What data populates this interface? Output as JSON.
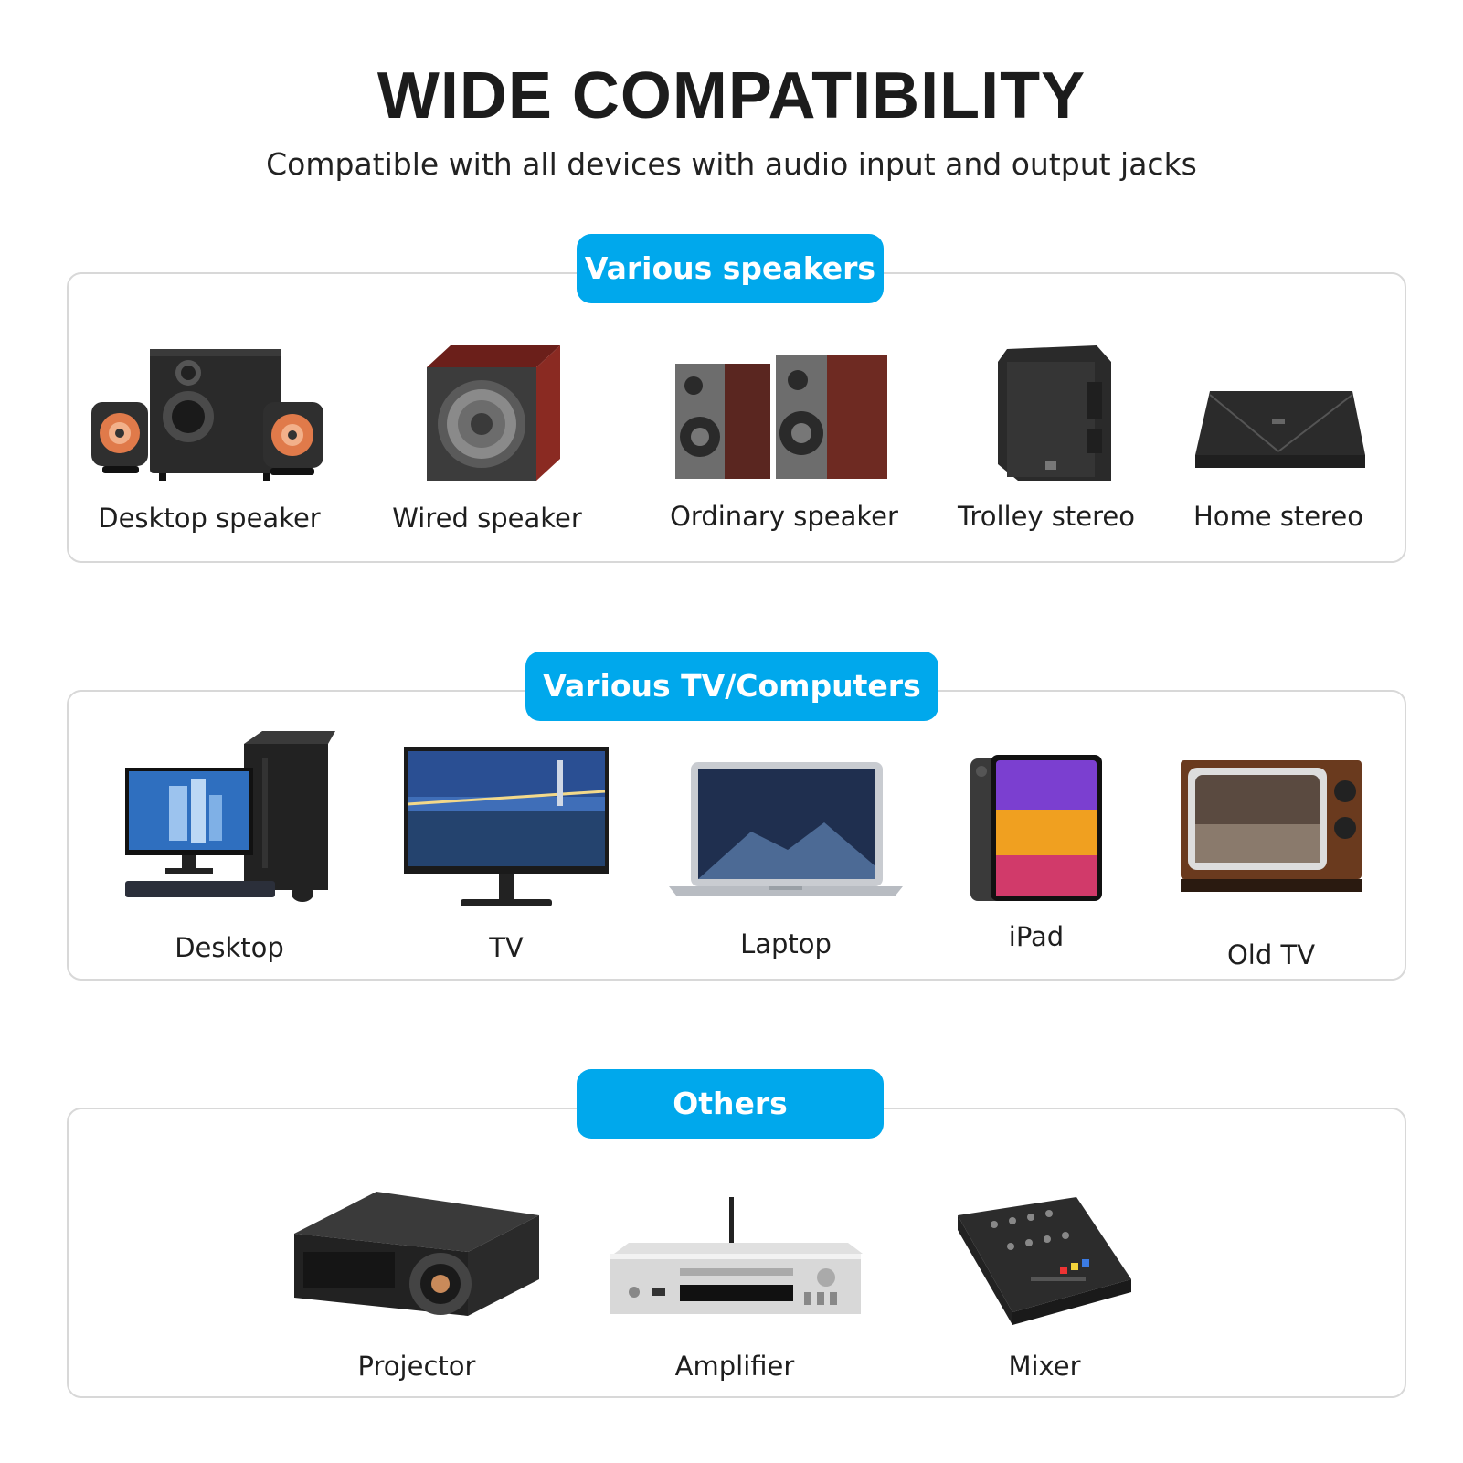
{
  "header": {
    "title": "WIDE COMPATIBILITY",
    "subtitle": "Compatible with all devices with audio input and output jacks"
  },
  "colors": {
    "accent": "#00a8ec",
    "border": "#d8d8d8",
    "text": "#1e1e1e"
  },
  "sections": [
    {
      "title": "Various speakers",
      "items": [
        {
          "label": "Desktop speaker",
          "icon": "desktop-speaker-icon"
        },
        {
          "label": "Wired speaker",
          "icon": "wired-speaker-icon"
        },
        {
          "label": "Ordinary speaker",
          "icon": "ordinary-speaker-icon"
        },
        {
          "label": "Trolley stereo",
          "icon": "trolley-stereo-icon"
        },
        {
          "label": "Home stereo",
          "icon": "home-stereo-icon"
        }
      ]
    },
    {
      "title": "Various TV/Computers",
      "items": [
        {
          "label": "Desktop",
          "icon": "desktop-computer-icon"
        },
        {
          "label": "TV",
          "icon": "tv-icon"
        },
        {
          "label": "Laptop",
          "icon": "laptop-icon"
        },
        {
          "label": "iPad",
          "icon": "ipad-icon"
        },
        {
          "label": "Old TV",
          "icon": "old-tv-icon"
        }
      ]
    },
    {
      "title": "Others",
      "items": [
        {
          "label": "Projector",
          "icon": "projector-icon"
        },
        {
          "label": "Amplifier",
          "icon": "amplifier-icon"
        },
        {
          "label": "Mixer",
          "icon": "mixer-icon"
        }
      ]
    }
  ]
}
